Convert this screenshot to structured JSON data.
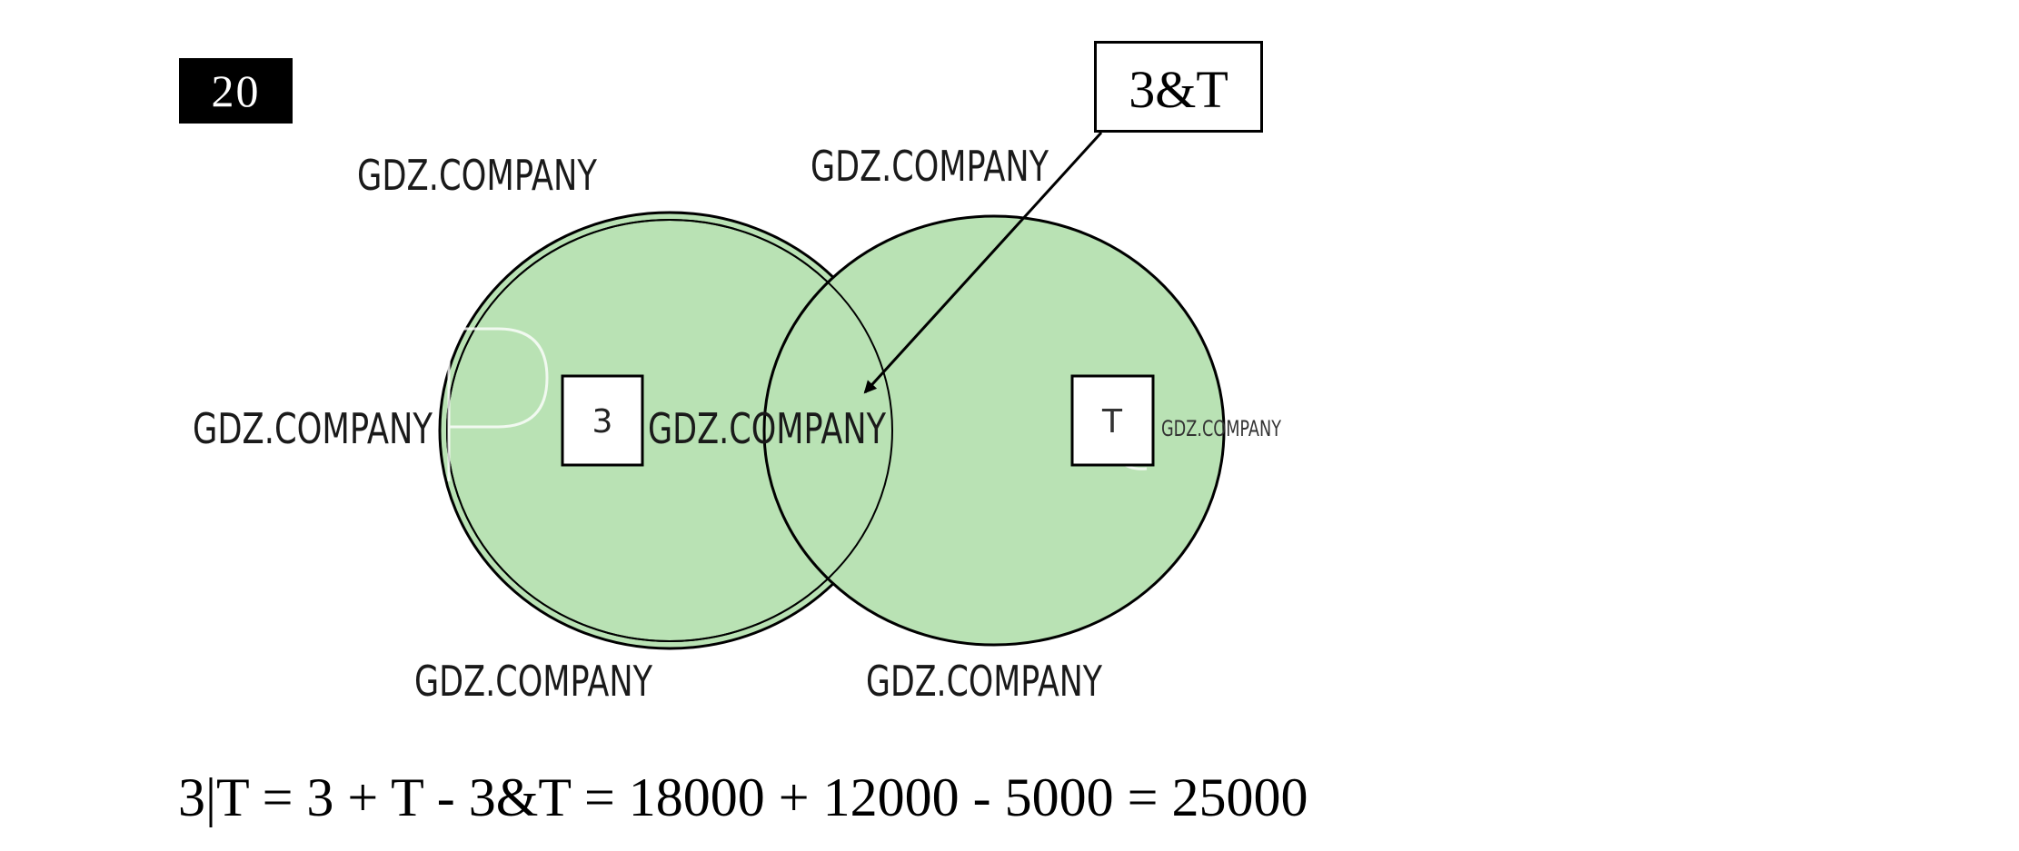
{
  "problem_number": "20",
  "intersection_label": "3&T",
  "set_a_label": "3",
  "set_b_label": "T",
  "formula": "3|T = 3 + T - 3&T = 18000 + 12000 - 5000 = 25000",
  "watermark": "GDZ.COMPANY",
  "colors": {
    "circle_fill": "#b9e2b4",
    "stroke": "#000000",
    "watermark": "#1a1a1a"
  }
}
